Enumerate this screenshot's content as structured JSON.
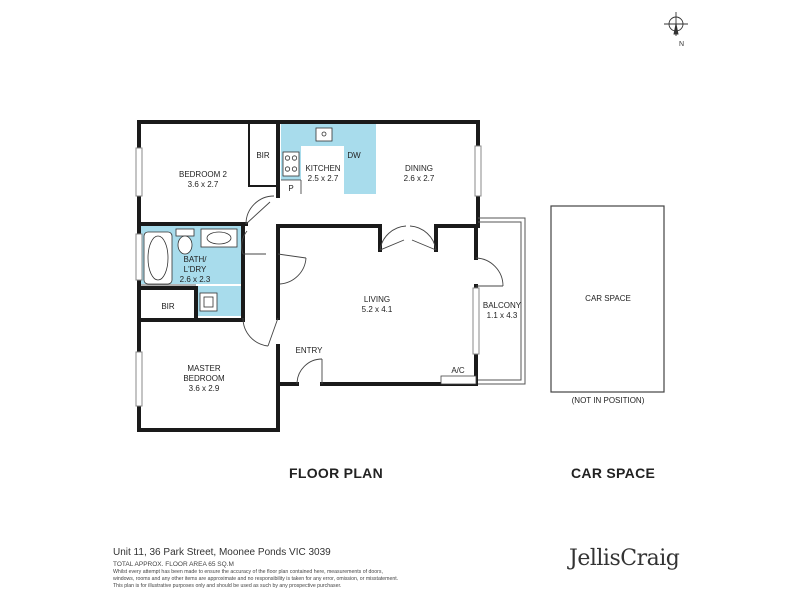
{
  "compass": {
    "north_label": "N"
  },
  "rooms": {
    "bedroom2": {
      "name": "BEDROOM 2",
      "dims": "3.6 x 2.7"
    },
    "bir_top": {
      "name": "BIR"
    },
    "kitchen": {
      "name": "KITCHEN",
      "dims": "2.5 x 2.7"
    },
    "dw": {
      "name": "DW"
    },
    "pantry": {
      "name": "P"
    },
    "dining": {
      "name": "DINING",
      "dims": "2.6 x 2.7"
    },
    "bath": {
      "name_line1": "BATH/",
      "name_line2": "L'DRY",
      "dims": "2.6 x 2.3"
    },
    "bir_bottom": {
      "name": "BIR"
    },
    "living": {
      "name": "LIVING",
      "dims": "5.2 x 4.1"
    },
    "balcony": {
      "name": "BALCONY",
      "dims": "1.1 x 4.3"
    },
    "master": {
      "name_line1": "MASTER",
      "name_line2": "BEDROOM",
      "dims": "3.6 x 2.9"
    },
    "entry": {
      "name": "ENTRY"
    },
    "ac": {
      "name": "A/C"
    },
    "car_space": {
      "name": "CAR SPACE",
      "note": "(NOT IN POSITION)"
    }
  },
  "titles": {
    "floor_plan": "FLOOR PLAN",
    "car_space": "CAR SPACE"
  },
  "footer": {
    "address": "Unit 11, 36 Park Street, Moonee Ponds VIC 3039",
    "area": "TOTAL APPROX. FLOOR AREA 65 SQ.M",
    "disclaimer1": "Whilst every attempt has been made to ensure the accuracy of the floor plan contained here, measurements of doors,",
    "disclaimer2": "windows, rooms and any other items are approximate and no responsibility is taken for any error, omission, or misstatement.",
    "disclaimer3": "This plan is for illustrative purposes only and should be used as such by any prospective purchaser."
  },
  "brand": {
    "name": "JellisCraig"
  },
  "colors": {
    "wet_area": "#a8dcec",
    "wall": "#1a1a1a"
  }
}
